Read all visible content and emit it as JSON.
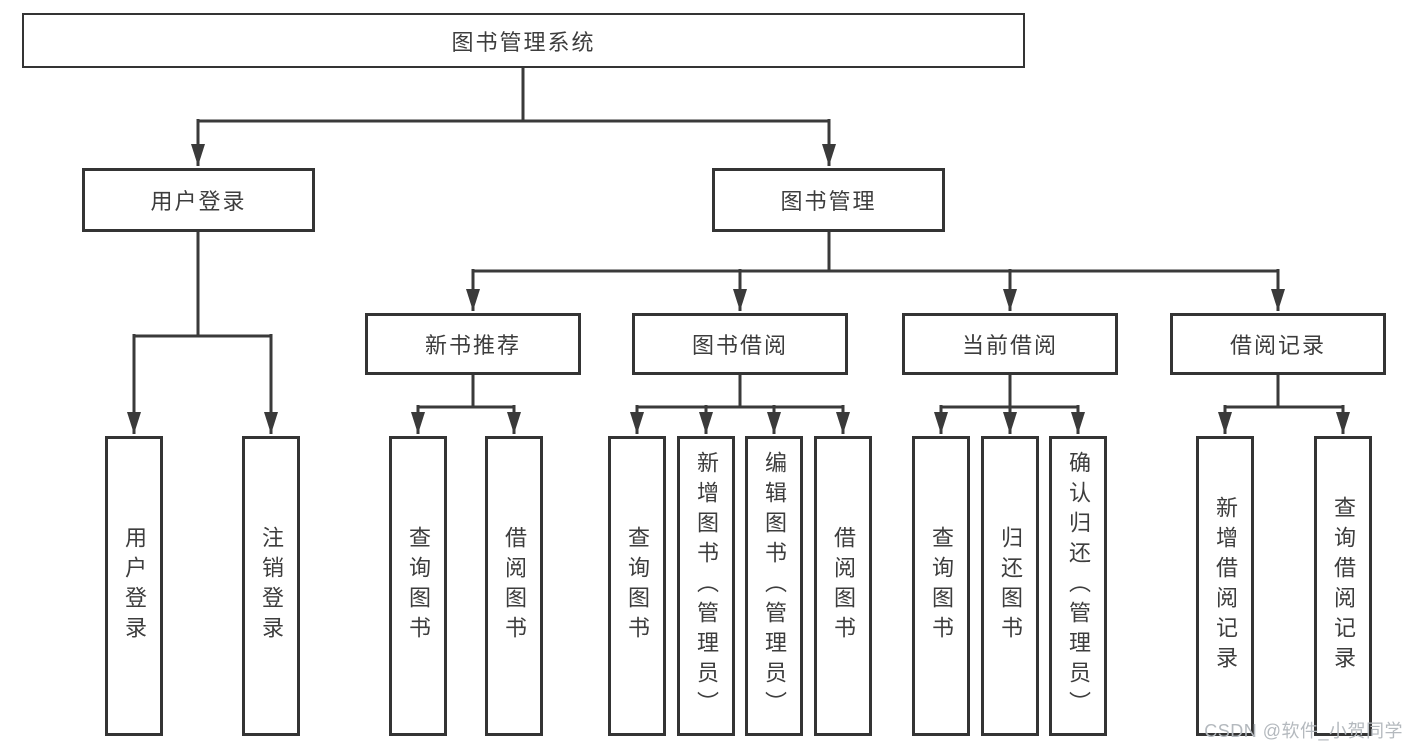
{
  "tree": {
    "root": "图书管理系统",
    "login": {
      "label": "用户登录",
      "leaves": [
        "用户登录",
        "注销登录"
      ]
    },
    "management": {
      "label": "图书管理",
      "groups": [
        {
          "label": "新书推荐",
          "leaves": [
            "查询图书",
            "借阅图书"
          ]
        },
        {
          "label": "图书借阅",
          "leaves": [
            "查询图书",
            "新增图书（管理员）",
            "编辑图书（管理员）",
            "借阅图书"
          ]
        },
        {
          "label": "当前借阅",
          "leaves": [
            "查询图书",
            "归还图书",
            "确认归还（管理员）"
          ]
        },
        {
          "label": "借阅记录",
          "leaves": [
            "新增借阅记录",
            "查询借阅记录"
          ]
        }
      ]
    }
  },
  "watermark": "CSDN @软件_小贺同学",
  "colors": {
    "line": "#3a3a3a",
    "box_border": "#343434",
    "text": "#3d3d3d",
    "background": "#ffffff",
    "watermark": "#b4b9be"
  }
}
